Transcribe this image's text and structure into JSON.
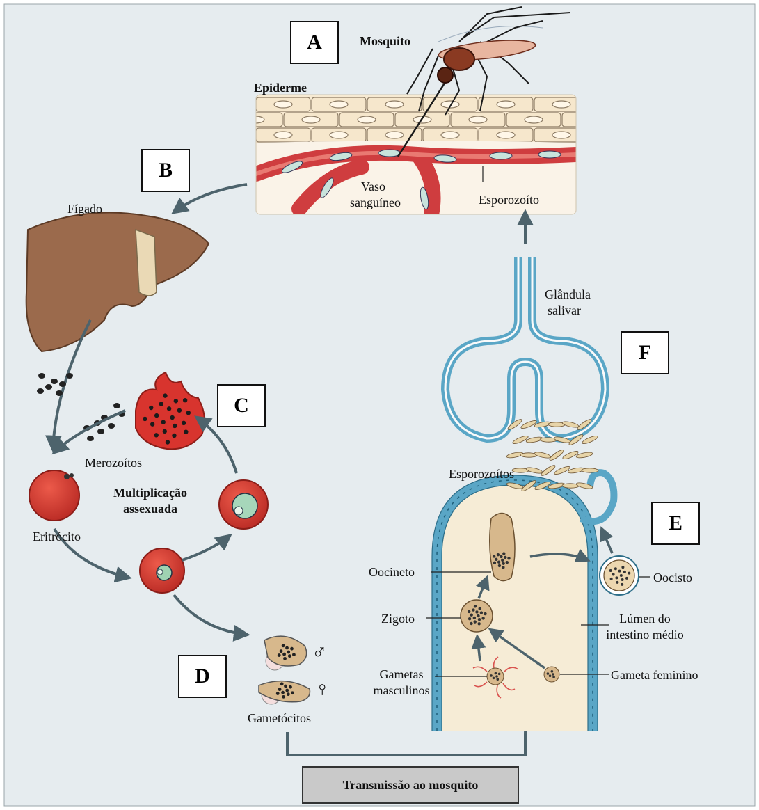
{
  "stage_labels": {
    "a": "A",
    "b": "B",
    "c": "C",
    "d": "D",
    "e": "E",
    "f": "F"
  },
  "labels": {
    "mosquito": "Mosquito",
    "epidermis": "Epiderme",
    "blood_vessel_1": "Vaso",
    "blood_vessel_2": "sanguíneo",
    "sporozoite": "Esporozoíto",
    "liver": "Fígado",
    "salivary_gland_1": "Glândula",
    "salivary_gland_2": "salivar",
    "merozoites": "Merozoítos",
    "asexual_1": "Multiplicação",
    "asexual_2": "assexuada",
    "erythrocyte": "Eritrócito",
    "sporozoites": "Esporozoítos",
    "ookinete": "Oocineto",
    "oocyst": "Oocisto",
    "zygote": "Zigoto",
    "midgut_1": "Lúmen do",
    "midgut_2": "intestino médio",
    "male_gametes_1": "Gametas",
    "male_gametes_2": "masculinos",
    "female_gamete": "Gameta feminino",
    "gametocytes": "Gametócitos",
    "male_symbol": "♂",
    "female_symbol": "♀"
  },
  "footer": {
    "label": "Transmissão ao mosquito"
  },
  "colors": {
    "background": "#e6ecef",
    "arrow": "#4d636c",
    "skin": "#f4e4c8",
    "vessel": "#cf3d3f",
    "liver": "#9b6a4c",
    "rbc": "#d8342e",
    "gut_wall": "#5aa6c6",
    "gut_lumen": "#f6ecd6",
    "parasite": "#d7b88c"
  }
}
